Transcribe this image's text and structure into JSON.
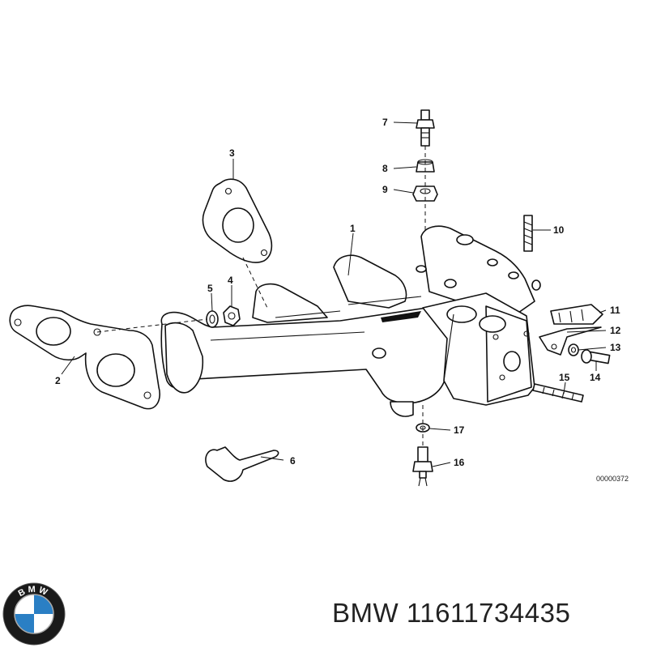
{
  "diagram": {
    "callouts": [
      "1",
      "2",
      "3",
      "4",
      "5",
      "6",
      "7",
      "8",
      "9",
      "10",
      "11",
      "12",
      "13",
      "14",
      "15",
      "16",
      "17"
    ],
    "drawing_ref": "00000372"
  },
  "brand": {
    "label": "BMW 11611734435",
    "logo_letters": "BMW",
    "logo_colors": {
      "ring": "#1a1a1a",
      "blue": "#2a7fc4",
      "white": "#ffffff"
    }
  }
}
